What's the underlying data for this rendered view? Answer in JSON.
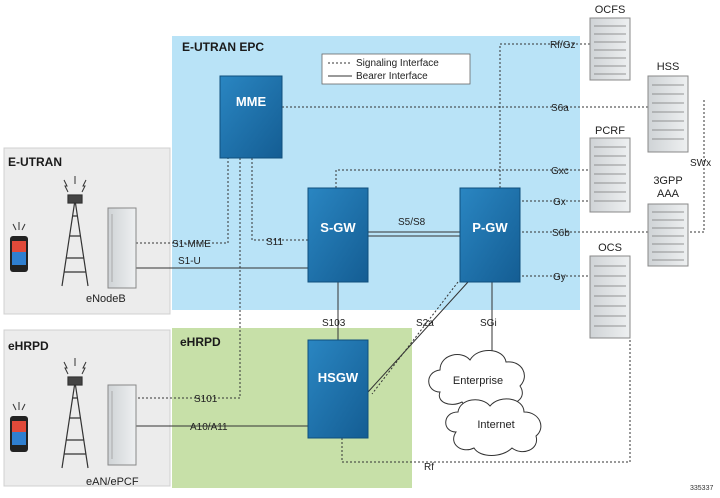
{
  "regions": {
    "epc": "E-UTRAN EPC",
    "eutran": "E-UTRAN",
    "ehrpd_access": "eHRPD",
    "ehrpd_core": "eHRPD"
  },
  "legend": {
    "signaling": "Signaling Interface",
    "bearer": "Bearer Interface"
  },
  "nodes": {
    "mme": "MME",
    "sgw": "S-GW",
    "pgw": "P-GW",
    "hsgw": "HSGW"
  },
  "access": {
    "enodeb": "eNodeB",
    "ean": "eAN/ePCF"
  },
  "servers": {
    "ocfs": "OCFS",
    "hss": "HSS",
    "pcrf": "PCRF",
    "aaa_line1": "3GPP",
    "aaa_line2": "AAA",
    "ocs": "OCS"
  },
  "clouds": {
    "enterprise": "Enterprise",
    "internet": "Internet"
  },
  "interfaces": {
    "s1mme": "S1-MME",
    "s1u": "S1-U",
    "s11": "S11",
    "s5s8": "S5/S8",
    "s103": "S103",
    "s2a": "S2a",
    "sgi": "SGi",
    "s101": "S101",
    "a10a11": "A10/A11",
    "rfgz": "Rf/Gz",
    "s6a": "S6a",
    "gxc": "Gxc",
    "gx": "Gx",
    "s6b": "S6b",
    "gy": "Gy",
    "swx": "SWx",
    "rf": "Rf"
  },
  "figure_id": "335337",
  "colors": {
    "epc_bg": "#b9e3f7",
    "ehrpd_bg": "#c7e0a8",
    "access_bg": "#ececec",
    "node": "#1a6fa8"
  }
}
